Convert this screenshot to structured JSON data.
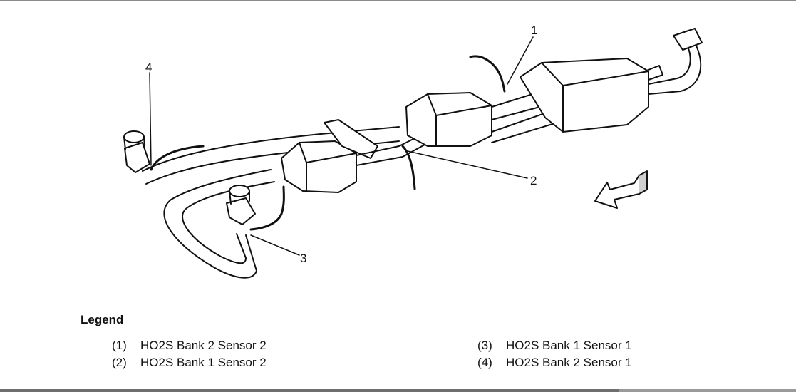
{
  "callouts": [
    "1",
    "2",
    "3",
    "4"
  ],
  "legend": {
    "title": "Legend",
    "items": [
      {
        "num": "(1)",
        "text": "HO2S Bank 2 Sensor 2"
      },
      {
        "num": "(2)",
        "text": "HO2S Bank 1 Sensor 2"
      },
      {
        "num": "(3)",
        "text": "HO2S Bank 1 Sensor 1"
      },
      {
        "num": "(4)",
        "text": "HO2S Bank 2 Sensor 1"
      }
    ]
  },
  "colors": {
    "line": "#111111",
    "fill": "#ffffff",
    "shade": "#cfcfcf"
  }
}
